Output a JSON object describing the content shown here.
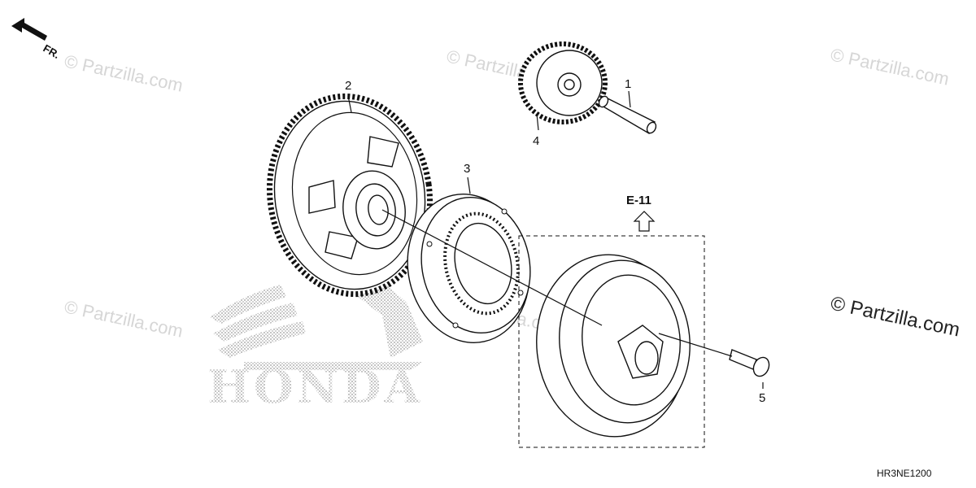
{
  "direction": {
    "label": "FR."
  },
  "callouts": [
    "1",
    "2",
    "3",
    "4",
    "5"
  ],
  "reference": {
    "label": "E-11"
  },
  "diagram_code": "HR3NE1200",
  "brand_mark": "HONDA",
  "watermarks": {
    "small": "© Partzilla.com",
    "large": "© Partzilla.com"
  }
}
